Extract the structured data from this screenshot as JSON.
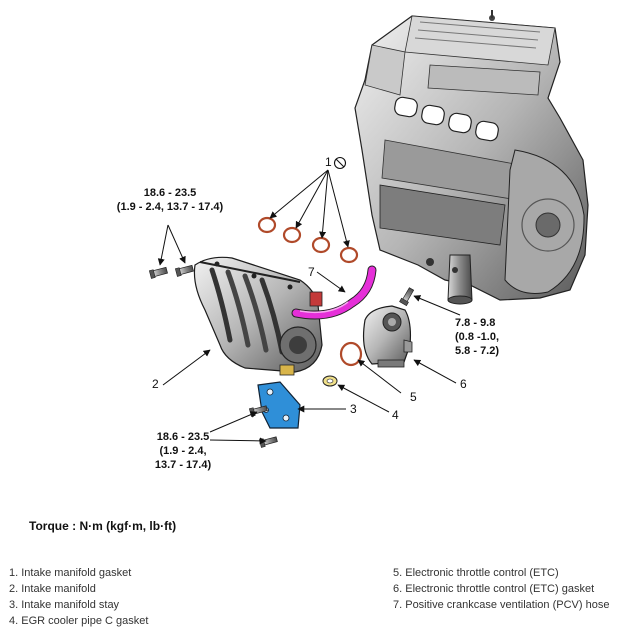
{
  "callouts": {
    "c1": "1",
    "c2": "2",
    "c3": "3",
    "c4": "4",
    "c5": "5",
    "c6": "6",
    "c7": "7"
  },
  "torque_specs": {
    "top_left": {
      "line1": "18.6 - 23.5",
      "line2": "(1.9 - 2.4, 13.7 - 17.4)"
    },
    "bottom_left": {
      "line1": "18.6 - 23.5",
      "line2": "(1.9 - 2.4,",
      "line3": "13.7 - 17.4)"
    },
    "right": {
      "line1": "7.8 - 9.8",
      "line2": "(0.8 -1.0,",
      "line3": "5.8 - 7.2)"
    }
  },
  "torque_unit_heading": "Torque : N·m (kgf·m, lb·ft)",
  "legend": {
    "left": [
      "1. Intake manifold gasket",
      "2. Intake manifold",
      "3. Intake manifold stay",
      "4. EGR cooler pipe C gasket"
    ],
    "right": [
      "5. Electronic throttle control (ETC)",
      "6. Electronic throttle control (ETC) gasket",
      "7. Positive crankcase ventilation (PCV) hose"
    ]
  },
  "colors": {
    "pcv_hose": "#e52fd8",
    "stay": "#2f8fd8",
    "line": "#111111"
  }
}
